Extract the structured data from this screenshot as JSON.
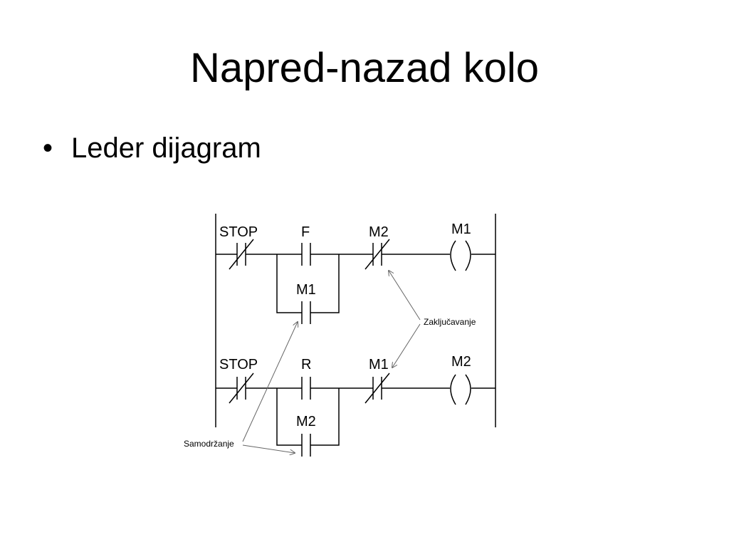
{
  "slide": {
    "title": "Napred-nazad kolo",
    "bullets": [
      {
        "marker": "•",
        "text": "Leder dijagram"
      }
    ]
  },
  "ladder": {
    "rung1": {
      "stop_label": "STOP",
      "forward_label": "F",
      "interlock_label": "M2",
      "coil_label": "M1",
      "holding_label": "M1"
    },
    "rung2": {
      "stop_label": "STOP",
      "reverse_label": "R",
      "interlock_label": "M1",
      "coil_label": "M2",
      "holding_label": "M2"
    },
    "annotations": {
      "interlock": "Zaključavanje",
      "self_hold": "Samodržanje"
    }
  }
}
